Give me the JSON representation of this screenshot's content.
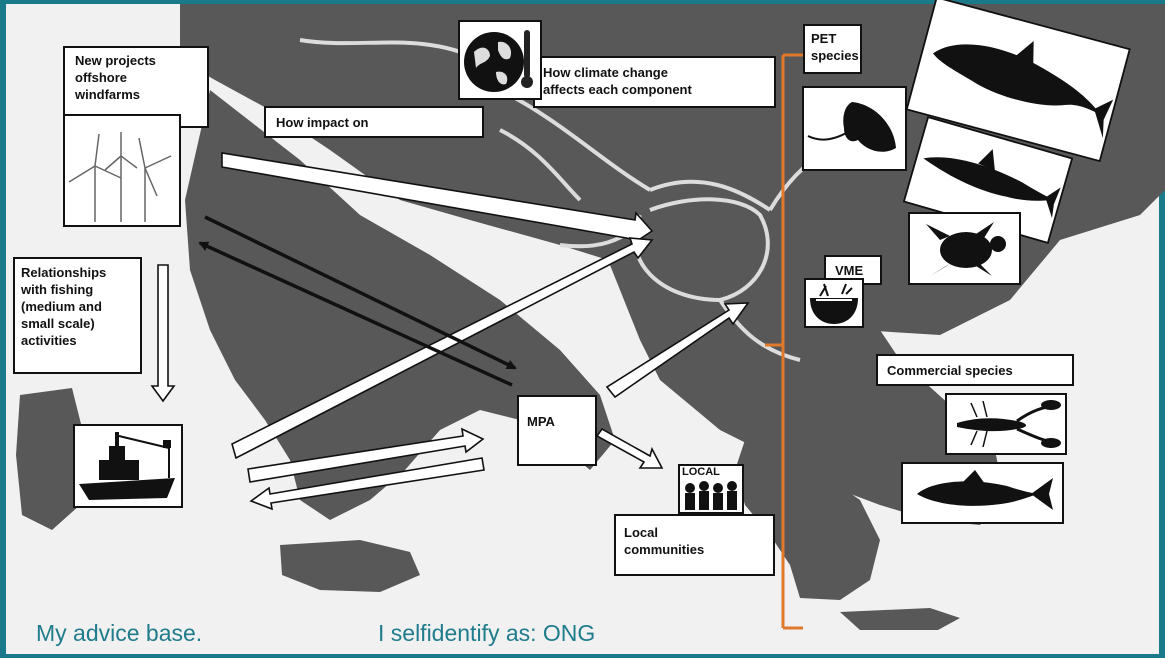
{
  "labels": {
    "windfarms": "New projects\noffshore\nwindfarms",
    "impact": "How impact on",
    "climate": "How climate change\naffects each component",
    "pet": "PET\nspecies",
    "relationships": "Relationships\nwith fishing\n(medium and\nsmall scale)\nactivities",
    "mpa": "MPA",
    "vme": "VME",
    "local_sign": "LOCAL",
    "local_communities": "Local\ncommunities",
    "commercial": "Commercial species"
  },
  "footer": {
    "left": "My advice base.",
    "right": "I selfidentify as:  ONG"
  },
  "colors": {
    "background": "#1a7a8a",
    "water": "#f1f1f1",
    "land": "#585858",
    "bracket": "#e07a2a",
    "footer_text": "#1f7c8c"
  },
  "icons": [
    "wind-turbine-icon",
    "fishing-boat-icon",
    "globe-thermometer-icon",
    "dolphin-icon",
    "stingray-icon",
    "shark-icon",
    "sea-turtle-icon",
    "seabed-icon",
    "lobster-icon",
    "fish-icon",
    "people-icon"
  ]
}
